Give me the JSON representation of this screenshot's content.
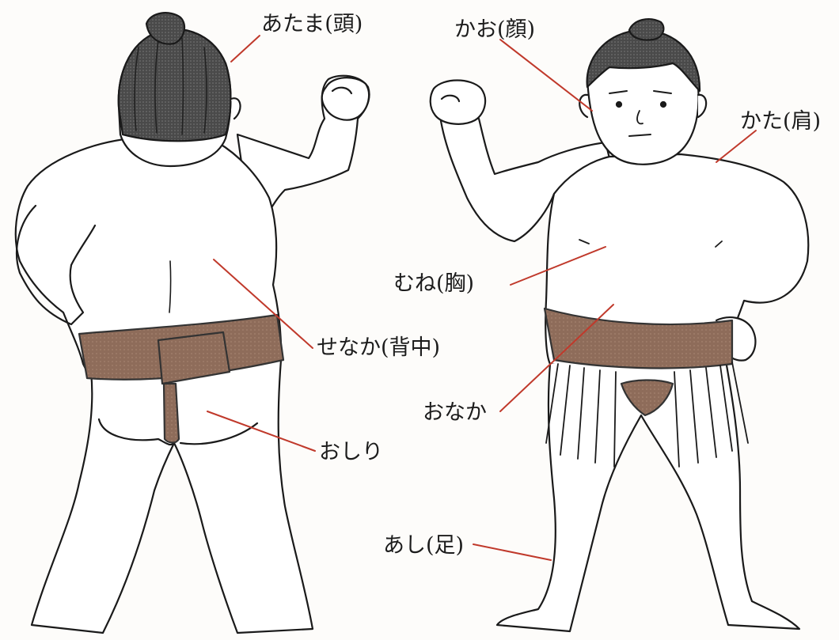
{
  "labels": {
    "head": "あたま(頭)",
    "face": "かお(顔)",
    "shoulder": "かた(肩)",
    "chest": "むね(胸)",
    "back": "せなか(背中)",
    "belly": "おなか",
    "butt": "おしり",
    "leg": "あし(足)"
  },
  "colors": {
    "leader_line": "#c0392b",
    "mawashi": "#8b6a58",
    "hair": "#3a3a3a",
    "outline": "#1a1a1a"
  }
}
